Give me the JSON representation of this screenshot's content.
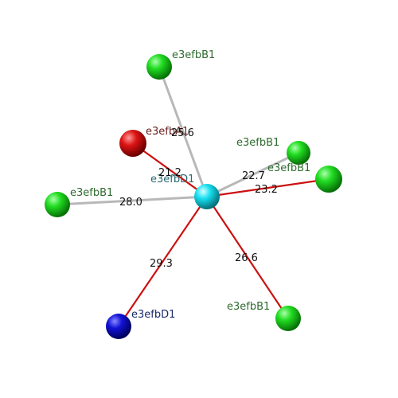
{
  "colors": {
    "background": "#ffffff",
    "bond_gray": "#b8b8b8",
    "bond_red": "#cc1010",
    "green_atom": "#16c016",
    "red_atom": "#d01010",
    "blue_atom": "#1010c8",
    "cyan_atom": "#10d8e8",
    "label_green": "#2e6a2e",
    "label_red": "#6a2020",
    "label_teal": "#2a6a70",
    "label_navy": "#1a2a6a"
  },
  "center": {
    "label": "e3efbD1",
    "color": "cyan"
  },
  "neighbors": [
    {
      "id": "n1",
      "label": "e3efbB1",
      "color": "green",
      "distance": "25.6",
      "bond": "gray"
    },
    {
      "id": "n2",
      "label": "e3efbA1",
      "color": "red",
      "distance": "21.2",
      "bond": "red"
    },
    {
      "id": "n3",
      "label": "e3efbB1",
      "color": "green",
      "distance": "22.7",
      "bond": "gray"
    },
    {
      "id": "n4",
      "label": "e3efbB1",
      "color": "green",
      "distance": "23.2",
      "bond": "red"
    },
    {
      "id": "n5",
      "label": "e3efbB1",
      "color": "green",
      "distance": "28.0",
      "bond": "gray"
    },
    {
      "id": "n6",
      "label": "e3efbD1",
      "color": "blue",
      "distance": "29.3",
      "bond": "red"
    },
    {
      "id": "n7",
      "label": "e3efbB1",
      "color": "green",
      "distance": "26.6",
      "bond": "red"
    }
  ]
}
